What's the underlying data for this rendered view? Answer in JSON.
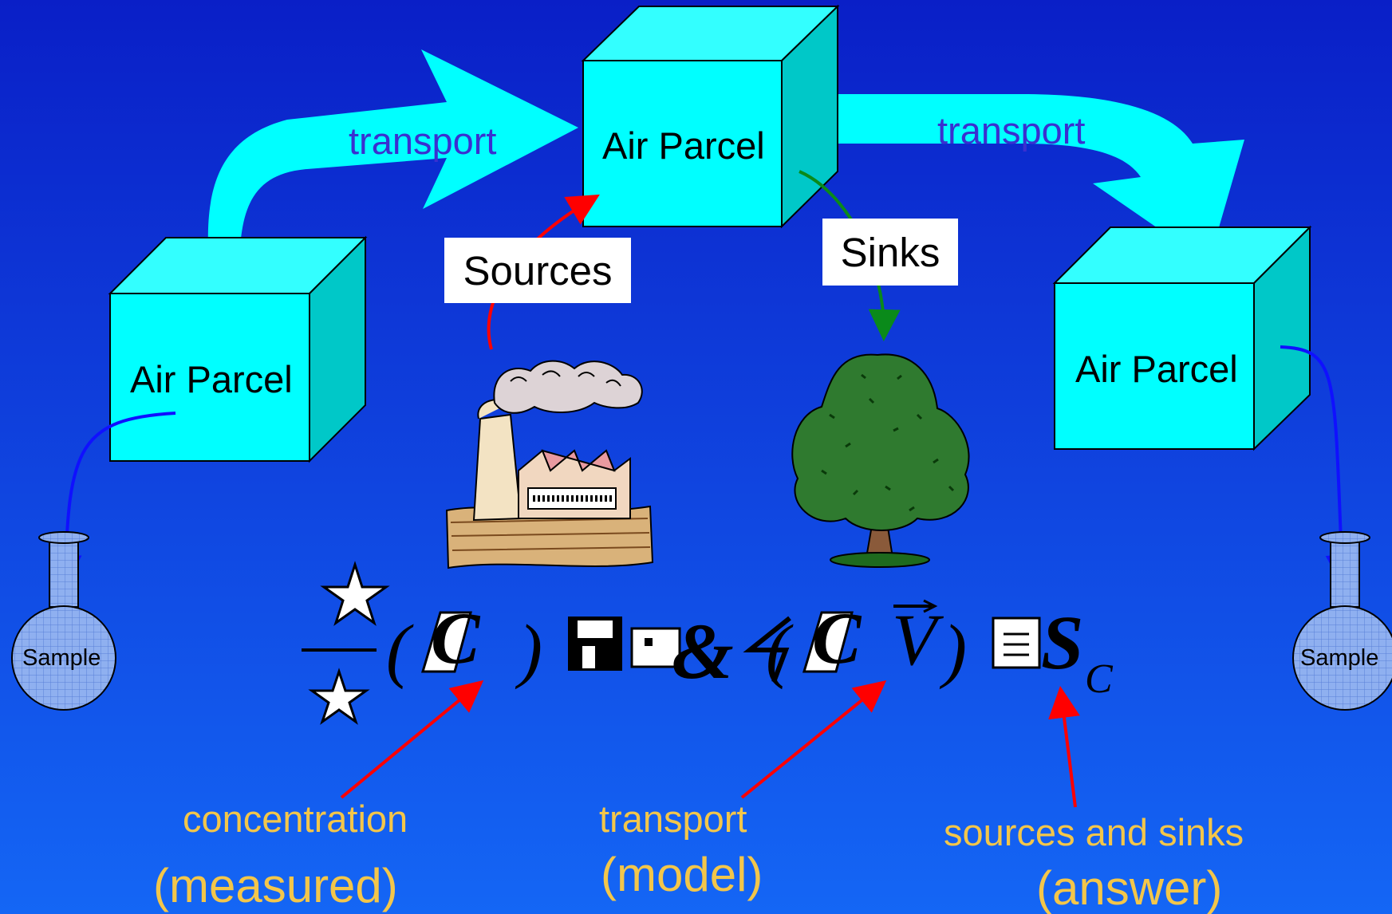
{
  "diagram": {
    "parcels": [
      {
        "label": "Air Parcel"
      },
      {
        "label": "Air Parcel"
      },
      {
        "label": "Air Parcel"
      }
    ],
    "transport_labels": [
      "transport",
      "transport"
    ],
    "boxes": {
      "sources": "Sources",
      "sinks": "Sinks"
    },
    "samples": [
      "Sample",
      "Sample"
    ],
    "equation": {
      "lhs_var": "C",
      "rhs_var": "C",
      "vector": "V",
      "source_symbol": "S",
      "source_subscript": "C"
    },
    "annotations": {
      "concentration": "concentration",
      "measured": "(measured)",
      "transport": "transport",
      "model": "(model)",
      "sources_sinks": "sources and sinks",
      "answer": "(answer)"
    },
    "colors": {
      "parcel_fill": "#00ffff",
      "background_top": "#0a1fc7",
      "background_bottom": "#1466f5",
      "transport_text": "#3a2fd0",
      "annotation_text": "#f3c64a",
      "arrow_red": "#ff0000",
      "arrow_green": "#0a8a1a",
      "arrow_blue": "#1010ff"
    },
    "icons": [
      "factory-icon",
      "tree-icon",
      "flask-icon",
      "star-icon"
    ]
  }
}
